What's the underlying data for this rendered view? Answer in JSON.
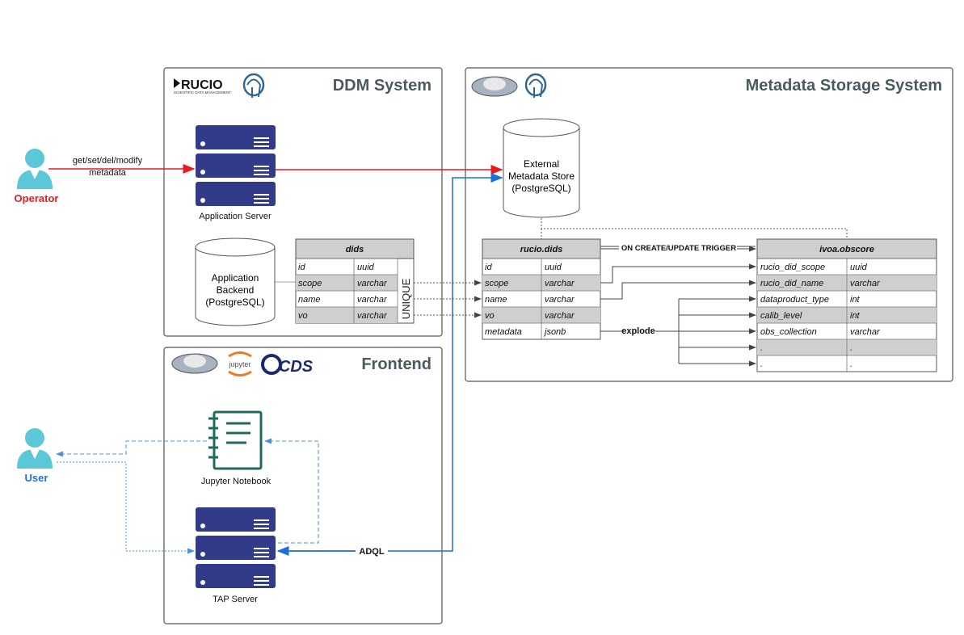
{
  "colors": {
    "server": "#323a8a",
    "operator": "#e8191f",
    "user_label": "#1f73e0",
    "person": "#5ac8d8",
    "blue_link": "#1a6fd8",
    "dotted": "#555555",
    "row_shade": "#cfcfcf",
    "box_border": "#555555"
  },
  "operator": {
    "label": "Operator",
    "action_line1": "get/set/del/modify",
    "action_line2": "metadata"
  },
  "user": {
    "label": "User"
  },
  "ddm": {
    "title": "DDM System",
    "logo_text": "RUCIO",
    "logo_subtext": "SCIENTIFIC DATA MANAGEMENT",
    "app_server_label": "Application Server",
    "backend_line1": "Application",
    "backend_line2": "Backend",
    "backend_line3": "(PostgreSQL)",
    "dids_table": {
      "title": "dids",
      "side_label": "UNIQUE",
      "rows": [
        {
          "col": "id",
          "type": "uuid"
        },
        {
          "col": "scope",
          "type": "varchar"
        },
        {
          "col": "name",
          "type": "varchar"
        },
        {
          "col": "vo",
          "type": "varchar"
        }
      ]
    }
  },
  "metadata_system": {
    "title": "Metadata Storage System",
    "store_line1": "External",
    "store_line2": "Metadata Store",
    "store_line3": "(PostgreSQL)",
    "trigger_label": "ON CREATE/UPDATE TRIGGER",
    "explode_label": "explode",
    "rucio_dids": {
      "title": "rucio.dids",
      "rows": [
        {
          "col": "id",
          "type": "uuid"
        },
        {
          "col": "scope",
          "type": "varchar"
        },
        {
          "col": "name",
          "type": "varchar"
        },
        {
          "col": "vo",
          "type": "varchar"
        },
        {
          "col": "metadata",
          "type": "jsonb"
        }
      ]
    },
    "obscore": {
      "title": "ivoa.obscore",
      "rows": [
        {
          "col": "rucio_did_scope",
          "type": "uuid"
        },
        {
          "col": "rucio_did_name",
          "type": "varchar"
        },
        {
          "col": "dataproduct_type",
          "type": "int"
        },
        {
          "col": "calib_level",
          "type": "int"
        },
        {
          "col": "obs_collection",
          "type": "varchar"
        },
        {
          "col": ".",
          "type": "."
        },
        {
          "col": ".",
          "type": "."
        }
      ]
    }
  },
  "frontend": {
    "title": "Frontend",
    "logo_jupyter": "jupyter",
    "logo_cds": "CDS",
    "notebook_label": "Jupyter Notebook",
    "tap_label": "TAP Server",
    "adql_label": "ADQL"
  }
}
